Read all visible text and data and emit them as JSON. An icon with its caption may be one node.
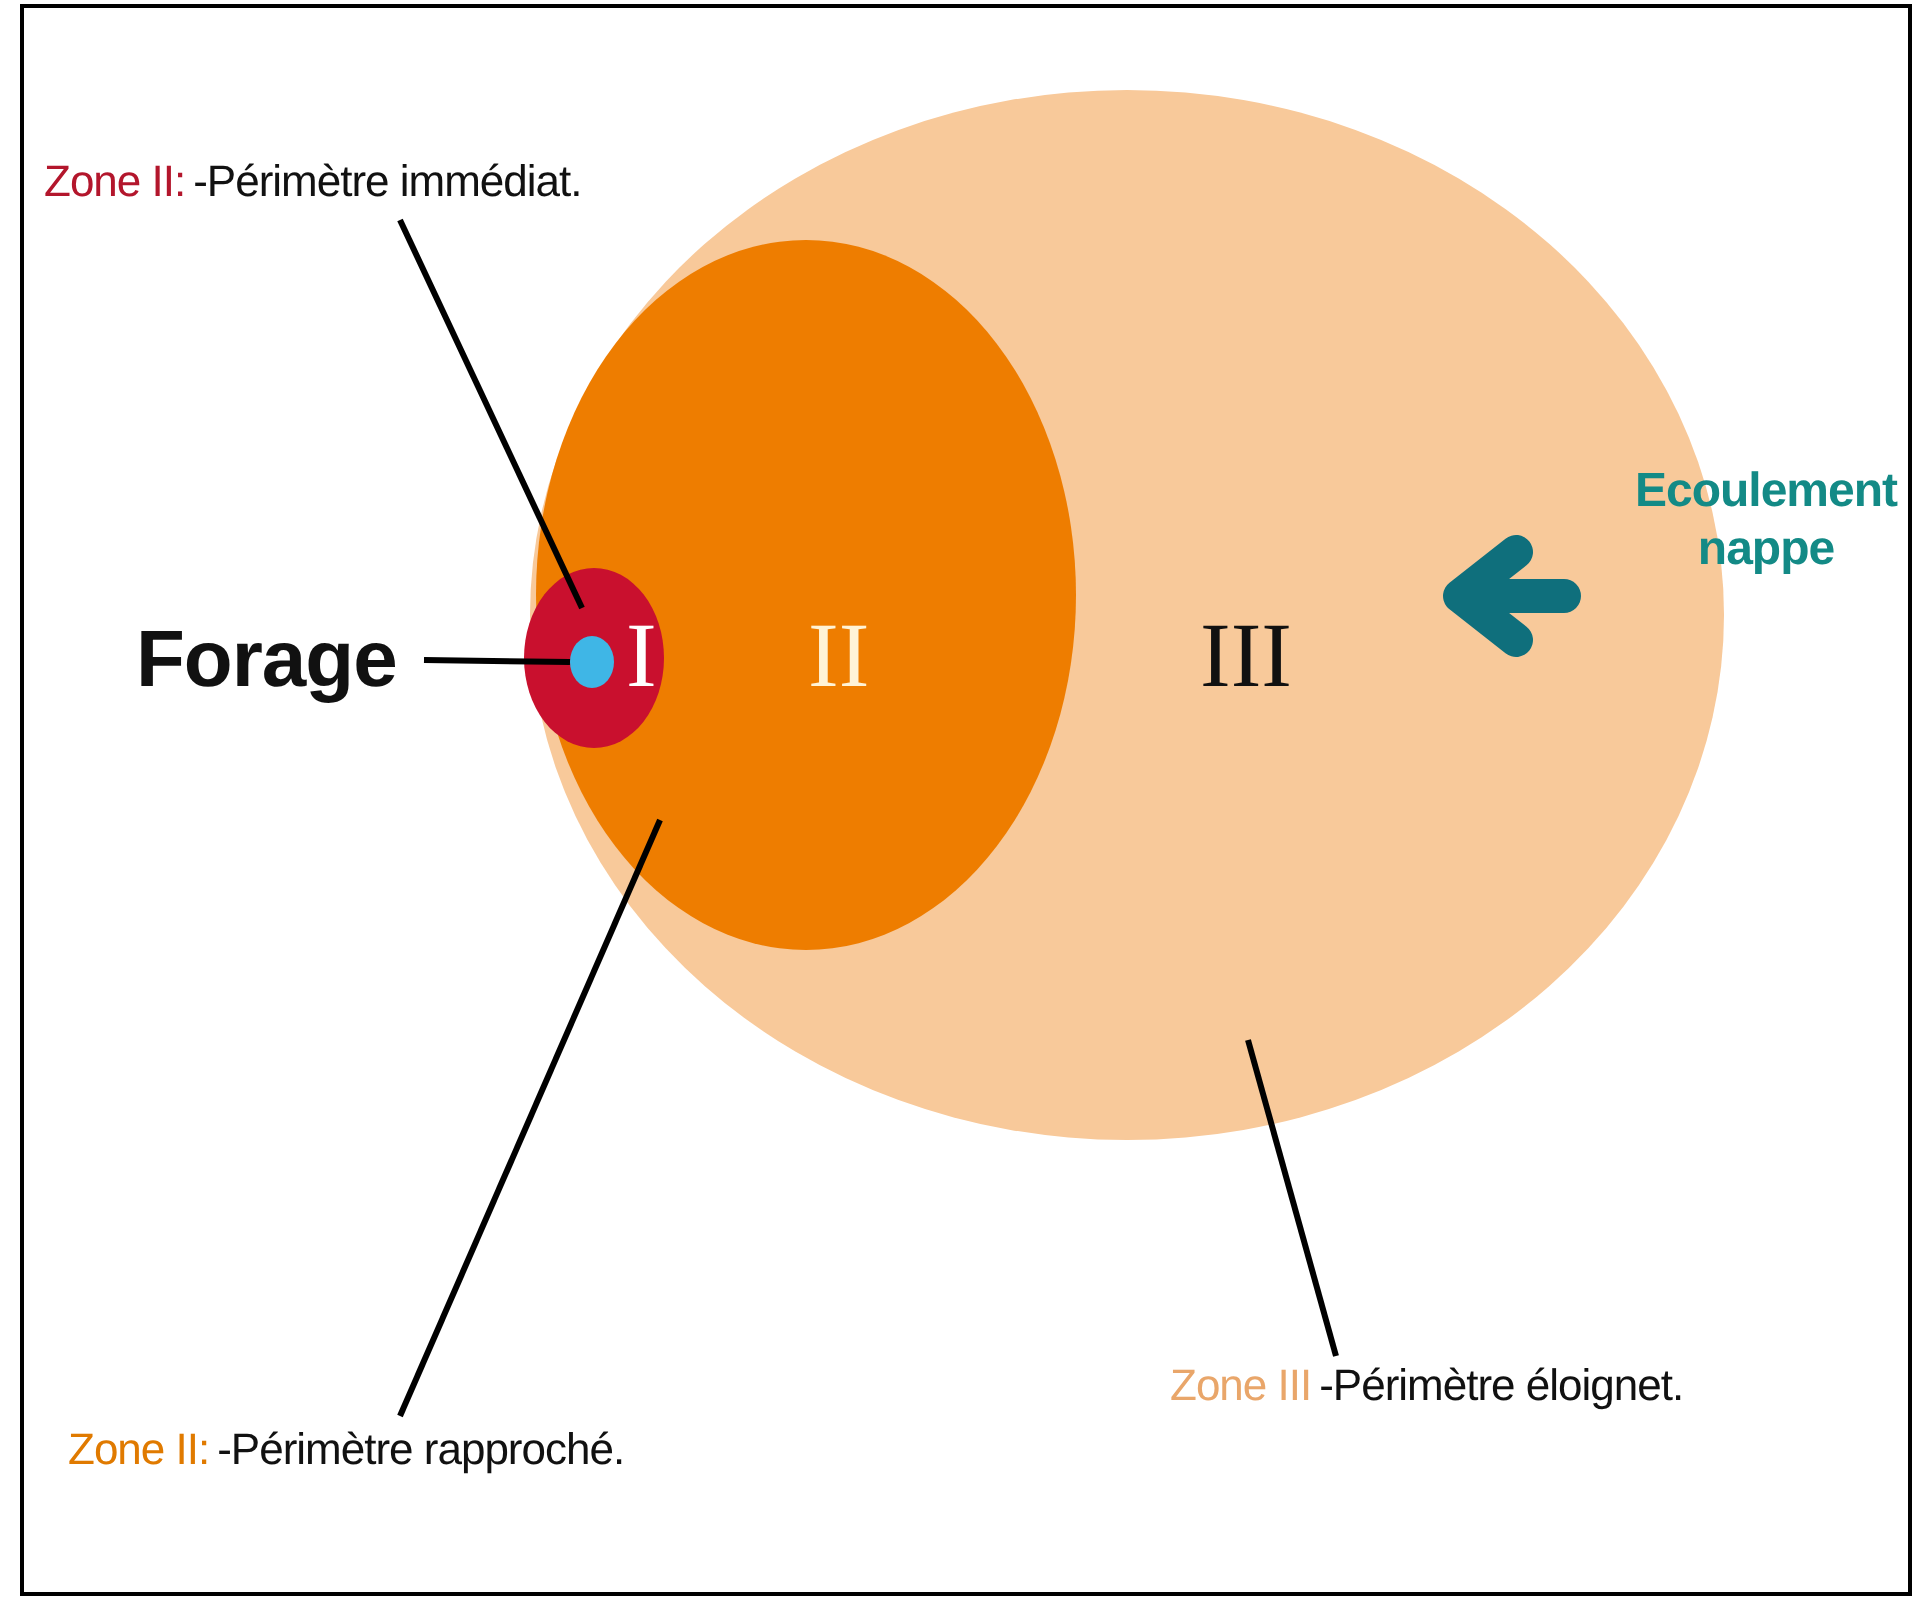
{
  "diagram": {
    "nodes": [
      {
        "text": [
          "III"
        ]
      },
      {
        "text": [
          "II"
        ],
        "in": 0
      },
      {
        "text": [
          "I"
        ],
        "in": 1
      },
      {
        "text": [],
        "shape": "circle",
        "in": 2
      },
      {
        "text": [
          "Forage"
        ]
      },
      {
        "text": [
          "Zone II:",
          "-Périmètre immédiat."
        ]
      },
      {
        "text": [
          "Zone II:",
          "-Périmètre rapproché."
        ]
      },
      {
        "text": [
          "Zone III",
          "-Périmètre éloignet."
        ]
      },
      {
        "text": [
          "Ecoulement nappe"
        ]
      }
    ],
    "edges": [
      {
        "from": 4,
        "to": 3,
        "arrow": "none"
      },
      {
        "from": 5,
        "to": 2,
        "arrow": "none"
      },
      {
        "from": 6,
        "to": 1,
        "arrow": "none"
      },
      {
        "from": 7,
        "to": 0,
        "arrow": "none"
      }
    ]
  }
}
